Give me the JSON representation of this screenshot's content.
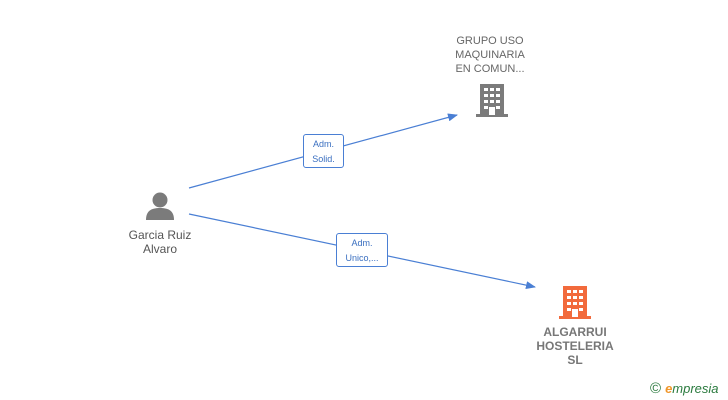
{
  "nodes": {
    "company_top": {
      "label_lines": [
        "GRUPO USO",
        "MAQUINARIA",
        "EN COMUN..."
      ],
      "icon": "building-icon",
      "color": "#7b7b7b"
    },
    "person": {
      "label_lines": [
        "Garcia Ruiz",
        "Alvaro"
      ],
      "icon": "person-icon",
      "color": "#7b7b7b"
    },
    "company_main": {
      "label_lines": [
        "ALGARRUI",
        "HOSTELERIA",
        "SL"
      ],
      "icon": "building-icon",
      "color": "#f26a3c"
    }
  },
  "edges": [
    {
      "label_lines": [
        "Adm.",
        "Solid."
      ],
      "from": "person",
      "to": "company_top"
    },
    {
      "label_lines": [
        "Adm.",
        "Unico,..."
      ],
      "from": "person",
      "to": "company_main"
    }
  ],
  "edge_color": "#4a7fd4",
  "footer": {
    "copyright_symbol": "©",
    "brand_first": "e",
    "brand_rest": "mpresia"
  }
}
